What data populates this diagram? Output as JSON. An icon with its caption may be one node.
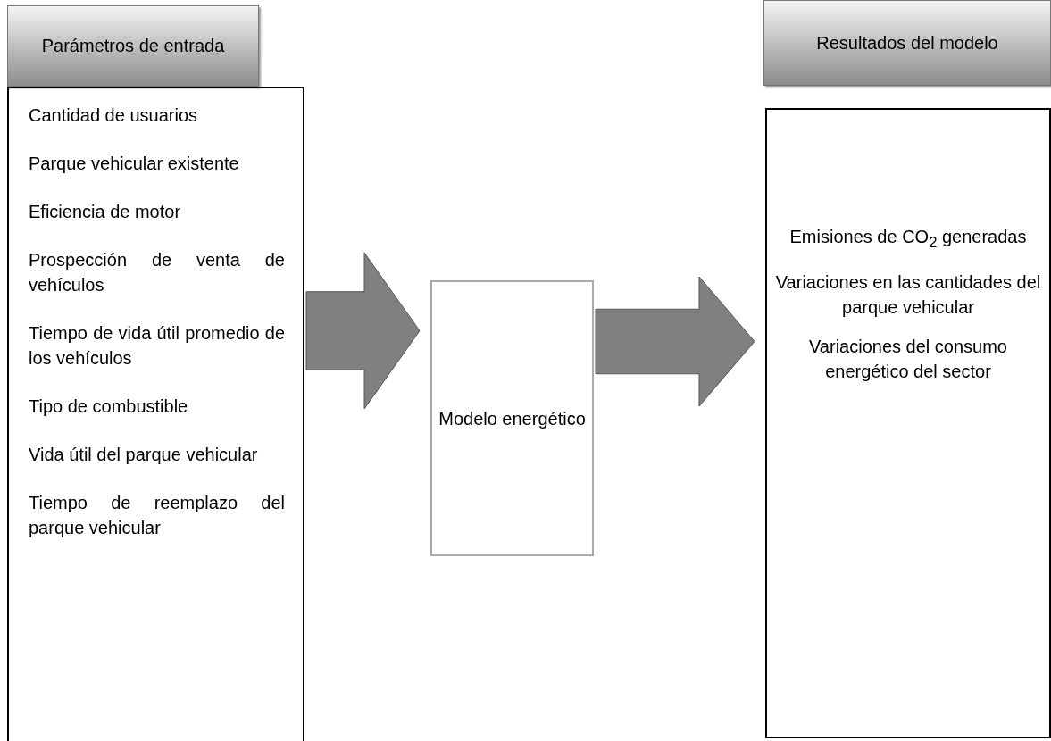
{
  "diagram": {
    "nodes": [
      {
        "text": [
          "Parámetros de entrada"
        ]
      },
      {
        "text": [
          "Cantidad de usuarios",
          "Parque vehicular existente",
          "Eficiencia de motor",
          "Prospección de venta de vehículos",
          "Tiempo de vida útil promedio de los vehículos",
          "Tipo de combustible",
          "Vida útil del parque vehicular",
          "Tiempo de reemplazo del parque vehicular"
        ]
      },
      {
        "text": [
          "Modelo energético"
        ]
      },
      {
        "text": [
          "Resultados del modelo"
        ]
      },
      {
        "text": [
          "Emisiones de CO$_{2}$ generadas",
          "Variaciones en las cantidades del parque vehicular",
          "Variaciones del consumo energético del sector"
        ]
      }
    ],
    "edges": [
      {
        "from": 1,
        "to": 2,
        "arrow": "to",
        "style": "thick"
      },
      {
        "from": 2,
        "to": 4,
        "arrow": "to",
        "style": "thick"
      }
    ]
  }
}
